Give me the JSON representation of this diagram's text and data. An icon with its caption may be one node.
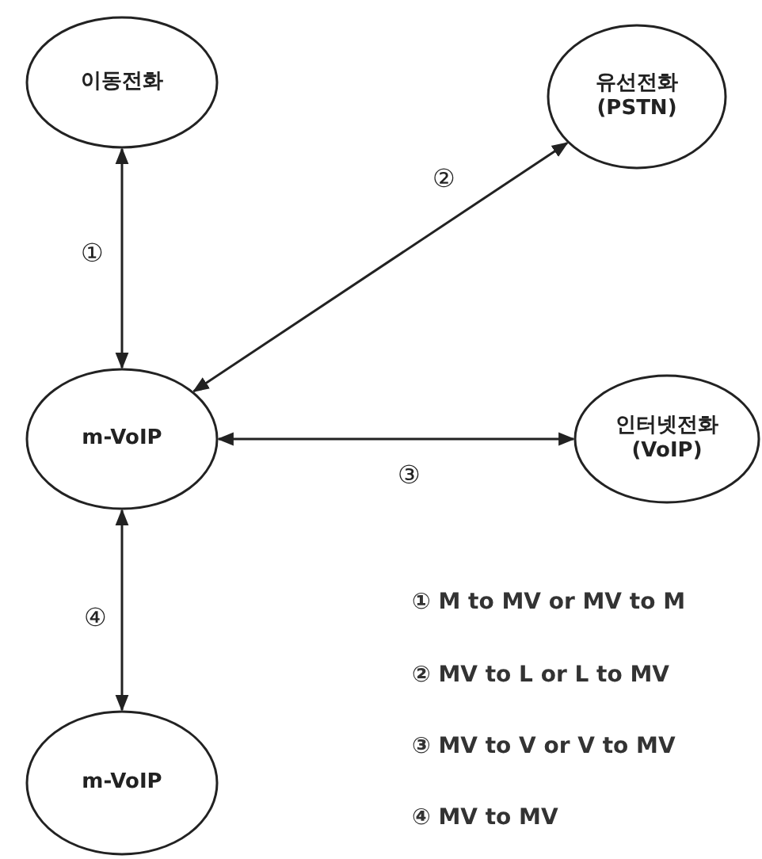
{
  "diagram": {
    "nodes": [
      {
        "text": [
          "이동전화"
        ]
      },
      {
        "text": [
          "유선전화",
          "(PSTN)"
        ]
      },
      {
        "text": [
          "m-VoIP"
        ]
      },
      {
        "text": [
          "인터넷전화",
          "(VoIP)"
        ]
      },
      {
        "text": [
          "m-VoIP"
        ]
      }
    ],
    "edges": [
      {
        "from": 0,
        "to": 2,
        "arrow": "both",
        "label": "①"
      },
      {
        "from": 2,
        "to": 1,
        "arrow": "both",
        "label": "②"
      },
      {
        "from": 2,
        "to": 3,
        "arrow": "both",
        "label": "③"
      },
      {
        "from": 2,
        "to": 4,
        "arrow": "both",
        "label": "④"
      }
    ],
    "labels": [
      "① M to MV or MV to M",
      "② MV to L or L to MV",
      "③ MV to V or V to MV",
      "④ MV to MV"
    ]
  }
}
